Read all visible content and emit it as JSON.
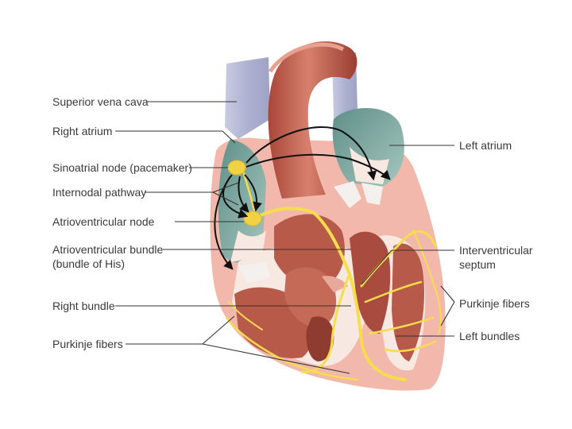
{
  "colors": {
    "muscle": "#b85a4a",
    "muscle_dark": "#8e3b30",
    "muscle_light": "#d98a78",
    "wall": "#f2b8ab",
    "interior": "#f7e8e2",
    "vein_blue": "#b6b9d6",
    "atrium_teal": "#6f9f97",
    "conduction": "#f7dc4e",
    "arrow": "#111111",
    "leader": "#333333"
  },
  "labels": {
    "superior_vena_cava": "Superior vena cava",
    "right_atrium": "Right atrium",
    "sinoatrial_node": "Sinoatrial node (pacemaker)",
    "internodal_pathway": "Internodal pathway",
    "atrioventricular_node": "Atrioventricular node",
    "av_bundle_line1": "Atrioventricular bundle",
    "av_bundle_line2": "(bundle of His)",
    "right_bundle": "Right bundle",
    "purkinje_left": "Purkinje fibers",
    "left_atrium": "Left atrium",
    "septum_line1": "Interventricular",
    "septum_line2": "septum",
    "purkinje_right": "Purkinje fibers",
    "left_bundles": "Left bundles"
  }
}
